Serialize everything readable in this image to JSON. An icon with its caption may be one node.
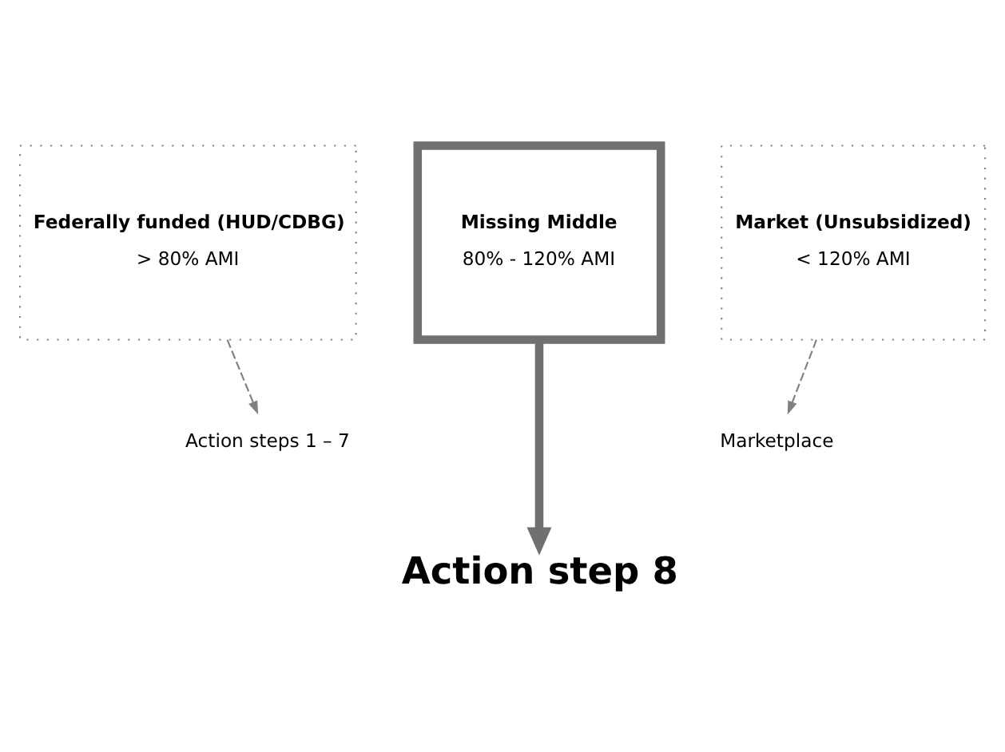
{
  "diagram": {
    "nodes": [
      {
        "text": [
          "Federally funded (HUD/CDBG)",
          "> 80% AMI"
        ]
      },
      {
        "text": [
          "Missing Middle",
          "80% - 120% AMI"
        ]
      },
      {
        "text": [
          "Market (Unsubsidized)",
          "< 120% AMI"
        ]
      },
      {
        "text": [
          "Action steps 1 – 7"
        ]
      },
      {
        "text": [
          "Action step 8"
        ]
      },
      {
        "text": [
          "Marketplace"
        ]
      }
    ],
    "edges": [
      {
        "from": 0,
        "to": 3,
        "arrow": "to",
        "style": "dashed"
      },
      {
        "from": 1,
        "to": 4,
        "arrow": "to",
        "style": "thick"
      },
      {
        "from": 2,
        "to": 5,
        "arrow": "to",
        "style": "dashed"
      }
    ]
  }
}
